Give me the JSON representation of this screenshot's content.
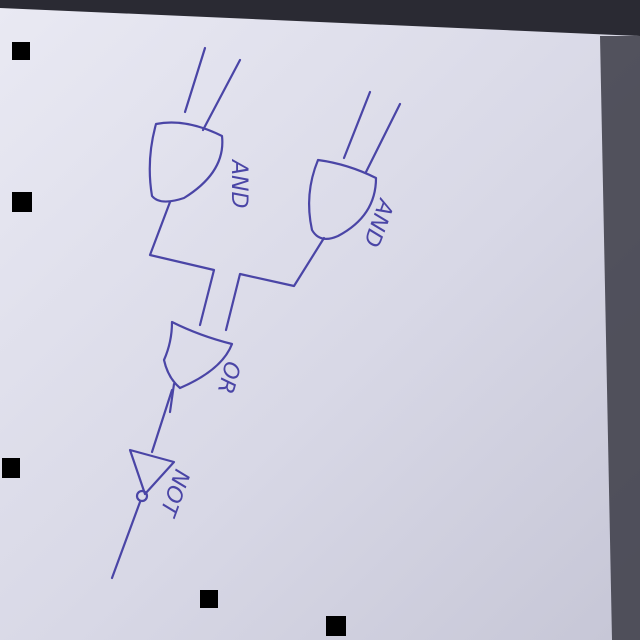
{
  "diagram": {
    "gates": [
      {
        "type": "AND",
        "label": "AND"
      },
      {
        "type": "AND",
        "label": "AND"
      },
      {
        "type": "OR",
        "label": "OR"
      },
      {
        "type": "NOT",
        "label": "NOT"
      }
    ]
  },
  "colors": {
    "ink": "#4a45a6",
    "paper": "#d9d9e6",
    "background": "#2a2a33"
  }
}
